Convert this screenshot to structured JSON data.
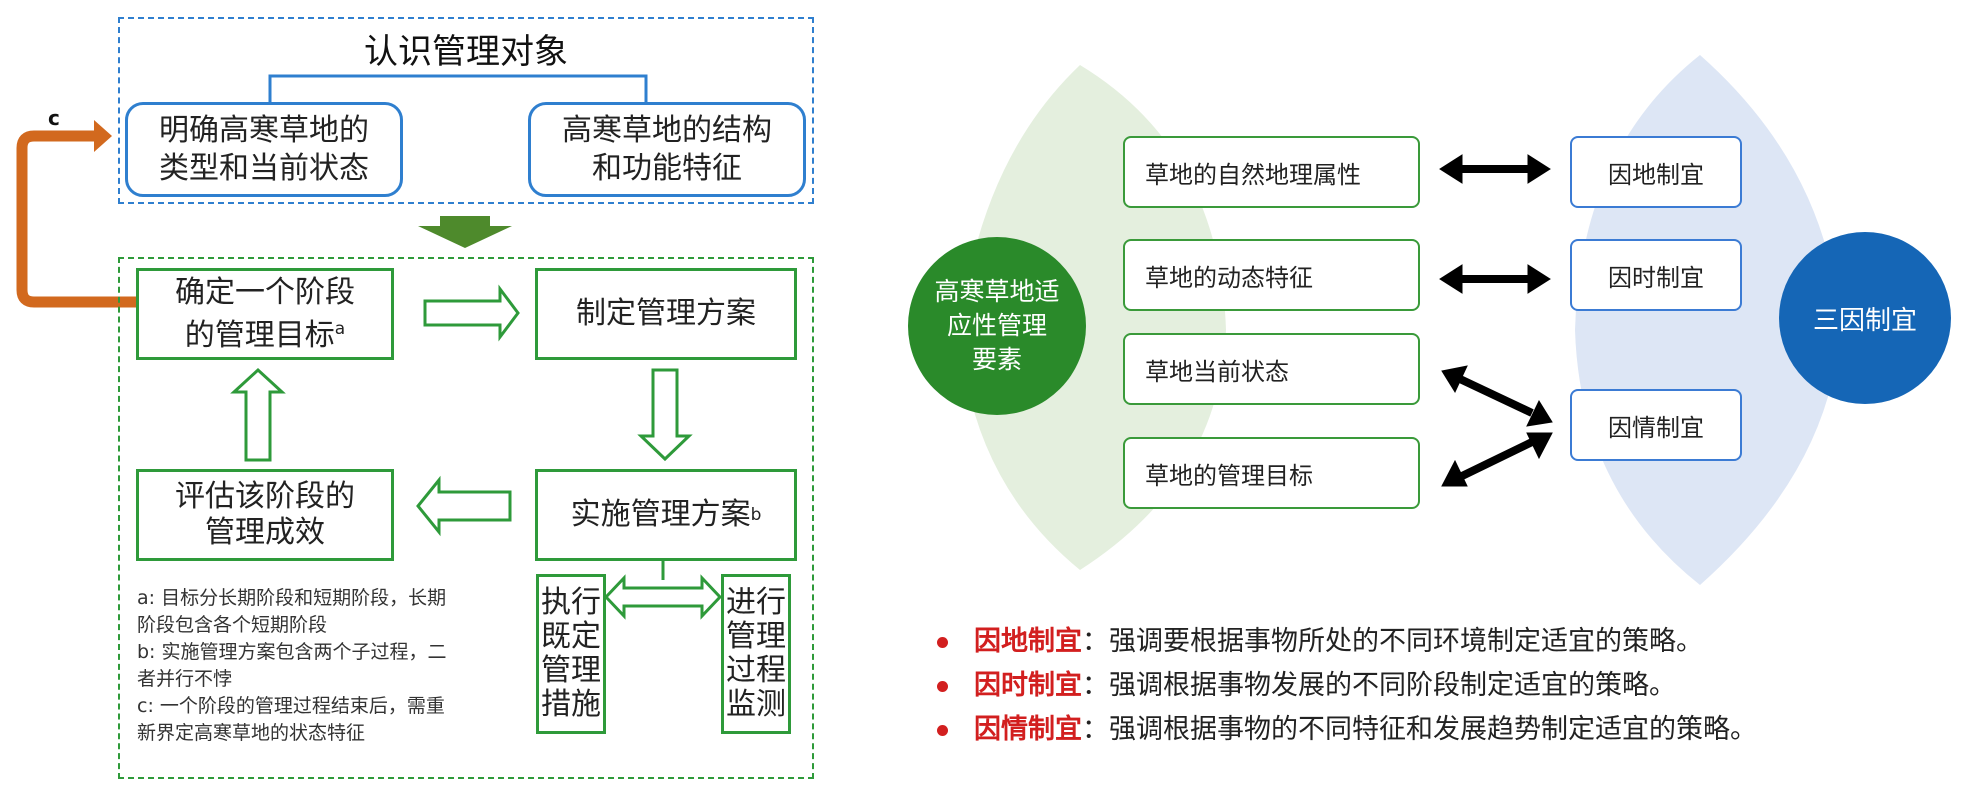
{
  "left": {
    "title": "认识管理对象",
    "box_type": [
      "明确高寒草地的",
      "类型和当前状态"
    ],
    "box_structure": [
      "高寒草地的结构",
      "和功能特征"
    ],
    "loop_label": "c",
    "box_goal": [
      "确定一个阶段",
      "的管理目标"
    ],
    "box_goal_sup": "a",
    "box_plan": "制定管理方案",
    "box_implement": "实施管理方案",
    "box_implement_sup": "b",
    "box_evaluate": [
      "评估该阶段的",
      "管理成效"
    ],
    "box_execute": [
      "执行",
      "既定",
      "管理",
      "措施"
    ],
    "box_monitor": [
      "进行",
      "管理",
      "过程",
      "监测"
    ],
    "notes": [
      "a: 目标分长期阶段和短期阶段，长期",
      "阶段包含各个短期阶段",
      "b: 实施管理方案包含两个子过程，二",
      "者并行不悖",
      "c: 一个阶段的管理过程结束后，需重",
      "新界定高寒草地的状态特征"
    ]
  },
  "right": {
    "center_label": [
      "高寒草地适",
      "应性管理",
      "要素"
    ],
    "factors": [
      "草地的自然地理属性",
      "草地的动态特征",
      "草地当前状态",
      "草地的管理目标"
    ],
    "strategies": [
      "因地制宜",
      "因时制宜",
      "因情制宜"
    ],
    "result_label": "三因制宜",
    "bullets": [
      {
        "term": "因地制宜",
        "text": "：强调要根据事物所处的不同环境制定适宜的策略。"
      },
      {
        "term": "因时制宜",
        "text": "：强调根据事物发展的不同阶段制定适宜的策略。"
      },
      {
        "term": "因情制宜",
        "text": "：强调根据事物的不同特征和发展趋势制定适宜的策略。"
      }
    ]
  },
  "colors": {
    "blue": "#2f7fcf",
    "green": "#2e9a3a",
    "orange": "#d2691e",
    "red": "#d21f1f",
    "dark_green_circle": "#2a8a2a",
    "blue_circle": "#1566b6"
  }
}
